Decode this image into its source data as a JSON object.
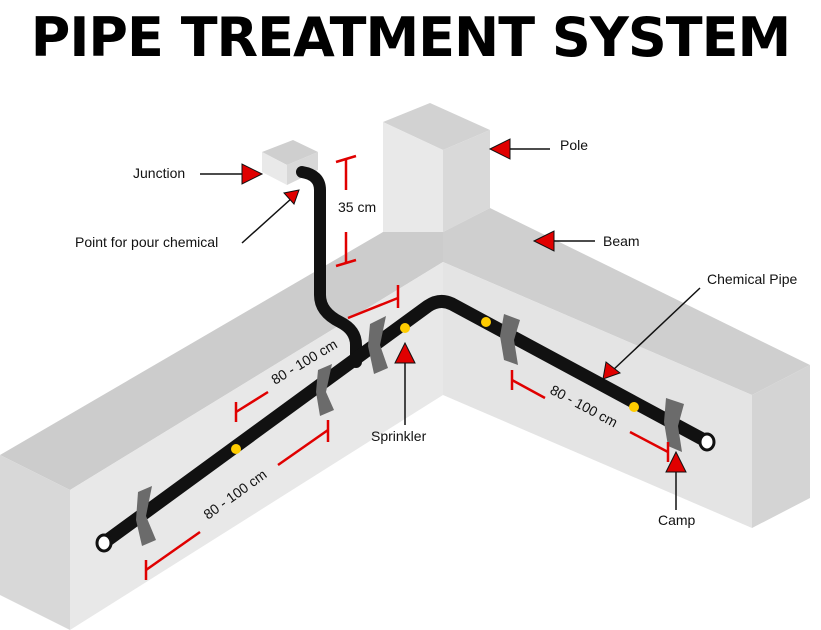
{
  "title": "PIPE TREATMENT SYSTEM",
  "labels": {
    "junction": "Junction",
    "point_for_pour_chemical": "Point for pour chemical",
    "pole": "Pole",
    "beam": "Beam",
    "chemical_pipe": "Chemical Pipe",
    "sprinkler": "Sprinkler",
    "camp": "Camp"
  },
  "dimensions": {
    "riser_height": "35 cm",
    "spacing_upper_left": "80 - 100 cm",
    "spacing_lower_left": "80 - 100 cm",
    "spacing_right": "80 - 100 cm"
  },
  "colors": {
    "beam_top": "#cfcfcf",
    "beam_side": "#e6e6e6",
    "beam_face": "#dcdcdc",
    "pipe": "#111111",
    "sprinkler": "#ffcc00",
    "arrow": "#e00000",
    "dimension": "#e00000",
    "clamp": "#6b6b6b"
  }
}
